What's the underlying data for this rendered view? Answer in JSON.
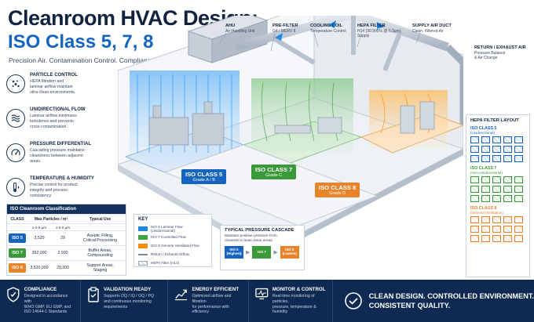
{
  "header": {
    "title_line1": "Cleanroom HVAC Design:",
    "title_line2": "ISO Class 5, 7, 8",
    "subtitle": "Precision Air. Contamination Control. Compliance."
  },
  "features": [
    {
      "title": "Particle Control",
      "text_lines": [
        "HEPA filtration and",
        "laminar airflow maintain",
        "ultra-clean environments."
      ]
    },
    {
      "title": "Unidirectional Flow",
      "text_lines": [
        "Laminar airflow minimizes",
        "turbulence and prevents",
        "cross-contamination."
      ]
    },
    {
      "title": "Pressure Differential",
      "text_lines": [
        "Cascading pressure maintains",
        "cleanliness between adjacent",
        "areas."
      ]
    },
    {
      "title": "Temperature & Humidity",
      "text_lines": [
        "Precise control for product",
        "integrity and process",
        "consistency."
      ]
    }
  ],
  "classification": {
    "title": "ISO Cleanroom Classification",
    "col_class": "CLASS",
    "col_particles": "Max Particles / m³",
    "col_p1": "≥ 0.5 µm",
    "col_p2": "≥ 5.0 µm",
    "col_use": "Typical Use",
    "rows": [
      {
        "cls": "ISO 5",
        "p1": "3,520",
        "p2": "29",
        "use_lines": [
          "Aseptic Filling,",
          "Critical Processing"
        ],
        "color": "#1565c0"
      },
      {
        "cls": "ISO 7",
        "p1": "352,000",
        "p2": "2,930",
        "use_lines": [
          "Buffer Areas,",
          "Compounding"
        ],
        "color": "#3a9a3a"
      },
      {
        "cls": "ISO 8",
        "p1": "3,520,000",
        "p2": "29,300",
        "use_lines": [
          "Support Areas,",
          "Staging"
        ],
        "color": "#e8832a"
      }
    ]
  },
  "callouts": [
    {
      "title": "AHU",
      "text": "Air Handling Unit"
    },
    {
      "title": "PRE-FILTER",
      "text": "G4 / MERV 8"
    },
    {
      "title": "COOLING COIL",
      "text": "Temperature Control"
    },
    {
      "title": "HEPA FILTER",
      "text_lines": [
        "H14 (99.995% @ 0.3µm)",
        "Supply"
      ]
    },
    {
      "title": "SUPPLY AIR DUCT",
      "text": "Clean, Filtered Air"
    },
    {
      "title": "RETURN / EXHAUST AIR",
      "text_lines": [
        "Pressure Balance",
        "& Air Change"
      ]
    }
  ],
  "rooms": [
    {
      "name": "ISO CLASS 5",
      "grade": "Grade A / B",
      "color": "#1565c0"
    },
    {
      "name": "ISO CLASS 7",
      "grade": "Grade C",
      "color": "#3a9a3a"
    },
    {
      "name": "ISO CLASS 8",
      "grade": "Grade D",
      "color": "#e8832a"
    }
  ],
  "key": {
    "title": "KEY",
    "items": [
      {
        "label": "ISO 5 Laminar Flow (Unidirectional)",
        "color": "#1e88e5"
      },
      {
        "label": "ISO 7 Controlled Flow",
        "color": "#43a047"
      },
      {
        "label": "ISO 8 General Ventilated Flow",
        "color": "#fb8c00"
      },
      {
        "label": "Return / Exhaust Airflow",
        "color": "#7d8ba0"
      },
      {
        "label": "HEPA Filter (H14)",
        "color": "#d9dde4"
      }
    ]
  },
  "cascade": {
    "title": "TYPICAL PRESSURE CASCADE",
    "text_lines": [
      "Maintain positive pressure from",
      "cleanest to least clean areas."
    ],
    "steps": [
      {
        "name": "ISO 5",
        "note": "(Highest)",
        "color": "#1565c0"
      },
      {
        "name": "ISO 7",
        "note": "",
        "color": "#3a9a3a"
      },
      {
        "name": "ISO 8",
        "note": "(Lowest)",
        "color": "#e8832a"
      }
    ]
  },
  "hepa_layout": {
    "title": "HEPA FILTER LAYOUT",
    "sections": [
      {
        "cls": "ISO CLASS 5",
        "sub": "(Unidirectional)",
        "color": "#1565c0",
        "rows": 3
      },
      {
        "cls": "ISO CLASS 7",
        "sub": "(Non-Unidirectional)",
        "color": "#3a9a3a",
        "rows": 3
      },
      {
        "cls": "ISO CLASS 8",
        "sub": "(General Ventilation)",
        "color": "#e8832a",
        "rows": 3
      }
    ]
  },
  "footer": {
    "items": [
      {
        "title": "Compliance",
        "text_lines": [
          "Designed in accordance with",
          "WHO GMP, EU GMP, and",
          "ISO 14644-1 Standards"
        ],
        "icon": "shield-icon"
      },
      {
        "title": "Validation Ready",
        "text_lines": [
          "Supports DQ / IQ / OQ / PQ",
          "and continuous monitoring",
          "requirements"
        ],
        "icon": "clipboard-icon"
      },
      {
        "title": "Energy Efficient",
        "text_lines": [
          "Optimized airflow and filtration",
          "for performance with",
          "efficiency"
        ],
        "icon": "energy-chart-icon"
      },
      {
        "title": "Monitor & Control",
        "text_lines": [
          "Real-time monitoring of particles,",
          "pressure, temperature &",
          "humidity"
        ],
        "icon": "monitor-icon"
      }
    ],
    "badge_lines": [
      "CLEAN DESIGN. CONTROLLED ENVIRONMENT.",
      "CONSISTENT QUALITY."
    ]
  }
}
